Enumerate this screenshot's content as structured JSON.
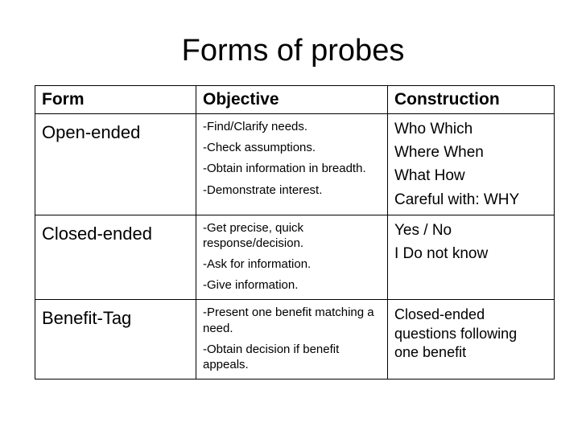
{
  "slide": {
    "title": "Forms of probes"
  },
  "table": {
    "headers": [
      "Form",
      "Objective",
      "Construction"
    ],
    "rows": [
      {
        "form": "Open-ended",
        "objective": [
          "-Find/Clarify needs.",
          "-Check assumptions.",
          "-Obtain information in breadth.",
          "-Demonstrate interest."
        ],
        "construction": [
          "Who  Which",
          "Where  When",
          "What  How",
          "Careful with: WHY"
        ]
      },
      {
        "form": "Closed-ended",
        "objective": [
          "-Get precise, quick response/decision.",
          "-Ask for information.",
          "-Give information."
        ],
        "construction": [
          "Yes / No",
          "I Do not know"
        ]
      },
      {
        "form": "Benefit-Tag",
        "objective": [
          "-Present one benefit matching a need.",
          "-Obtain decision if benefit appeals."
        ],
        "construction": [
          "Closed-ended",
          "questions following",
          "one benefit"
        ]
      }
    ]
  }
}
